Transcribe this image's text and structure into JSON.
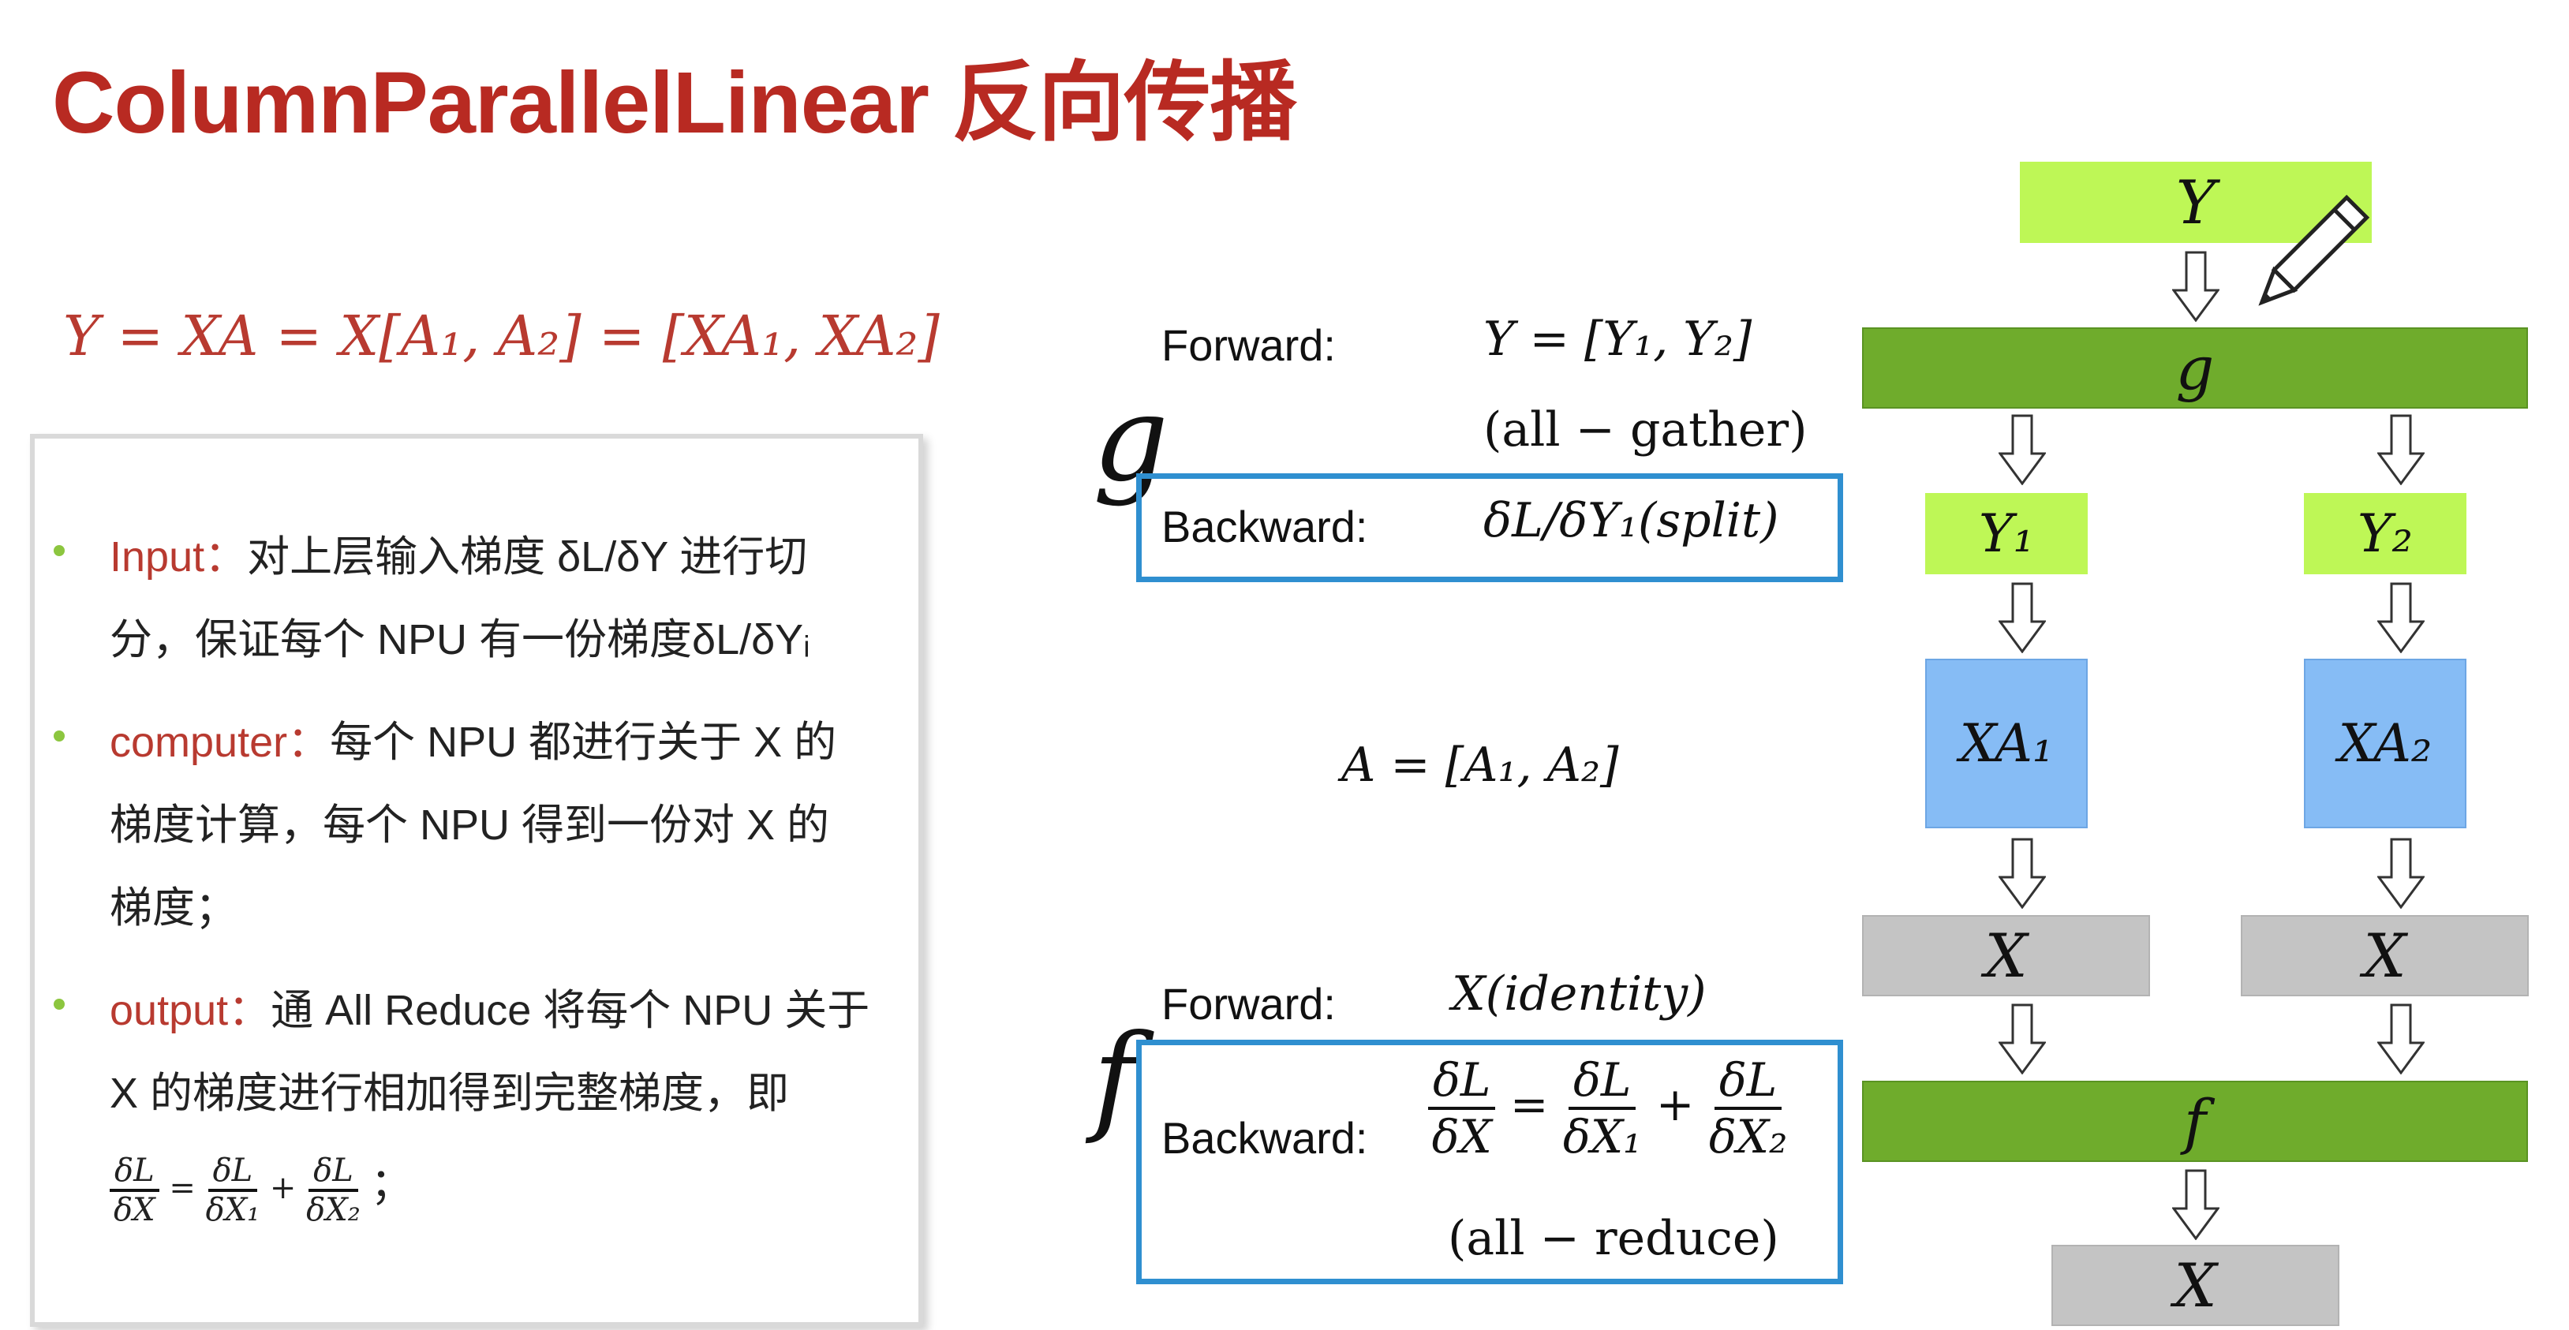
{
  "title": "ColumnParallelLinear 反向传播",
  "main_formula": "Y = XA = X[A₁, A₂] = [XA₁, XA₂]",
  "bullets": [
    {
      "keyword": "Input：",
      "line1": "对上层输入梯度 δL/δY 进行切",
      "line2": "分，保证每个 NPU 有一份梯度δL/δYᵢ"
    },
    {
      "keyword": "computer：",
      "line1": "每个 NPU 都进行关于 X 的",
      "line2": "梯度计算，每个 NPU 得到一份对 X 的",
      "line3": "梯度；"
    },
    {
      "keyword": "output：",
      "line1": "通 All Reduce 将每个 NPU 关于",
      "line2": "X 的梯度进行相加得到完整梯度，即",
      "eq": {
        "lhs_num": "δL",
        "lhs_den": "δX",
        "t1_num": "δL",
        "t1_den": "δX₁",
        "t2_num": "δL",
        "t2_den": "δX₂",
        "tail": "；"
      }
    }
  ],
  "g_section": {
    "symbol": "g",
    "forward_label": "Forward:",
    "forward_math": "Y = [Y₁, Y₂]",
    "forward_note": "(all − gather)",
    "backward_label": "Backward:",
    "backward_math": "δL/δY₁(split)"
  },
  "a_formula": "A = [A₁, A₂]",
  "f_section": {
    "symbol": "f",
    "forward_label": "Forward:",
    "forward_math": "X(identity)",
    "backward_label": "Backward:",
    "eq": {
      "lhs_num": "δL",
      "lhs_den": "δX",
      "t1_num": "δL",
      "t1_den": "δX₁",
      "t2_num": "δL",
      "t2_den": "δX₂"
    },
    "backward_note": "(all − reduce)"
  },
  "flow": {
    "y_top": "Y",
    "g": "g",
    "y1": "Y₁",
    "y2": "Y₂",
    "xa1": "XA₁",
    "xa2": "XA₂",
    "x_left": "X",
    "x_right": "X",
    "f": "f",
    "x_bottom": "X"
  },
  "colors": {
    "title": "#b82a22",
    "lime": "#bef756",
    "green": "#6fac2c",
    "blue": "#86bcf5",
    "gray": "#c4c4c4",
    "box_border": "#2f8fd0"
  }
}
